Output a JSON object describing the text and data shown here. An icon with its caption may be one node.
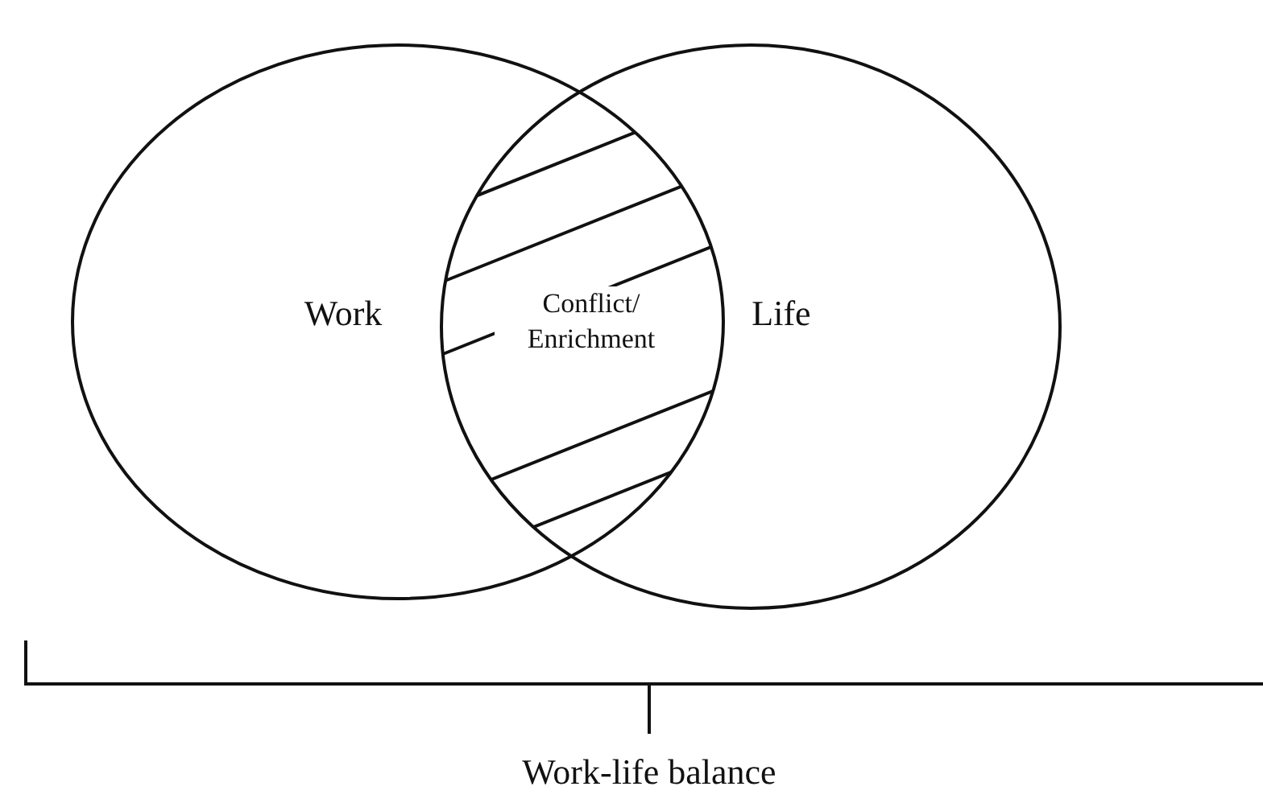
{
  "diagram": {
    "nodes": [
      {
        "text": [
          "Work"
        ]
      },
      {
        "text": [
          "Life"
        ]
      },
      {
        "text": [
          "Conflict/ Enrichment"
        ]
      }
    ],
    "labels": [
      "Work-life balance"
    ]
  }
}
